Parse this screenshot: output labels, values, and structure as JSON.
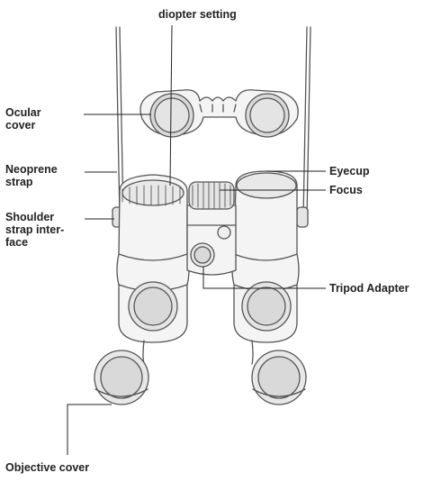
{
  "labels": {
    "diopter_setting": "diopter setting",
    "ocular_cover": [
      "Ocular",
      "cover"
    ],
    "neoprene_strap": [
      "Neoprene",
      "strap"
    ],
    "shoulder_strap_interface": [
      "Shoulder",
      "strap inter-",
      "face"
    ],
    "eyecup": "Eyecup",
    "focus": "Focus",
    "tripod_adapter": "Tripod Adapter",
    "objective_cover": "Objective cover"
  },
  "colors": {
    "outline": "#555555",
    "body_fill": "#f4f4f4",
    "lens_fill": "#d9d9d9",
    "leader_line": "#222222",
    "text": "#222222"
  }
}
